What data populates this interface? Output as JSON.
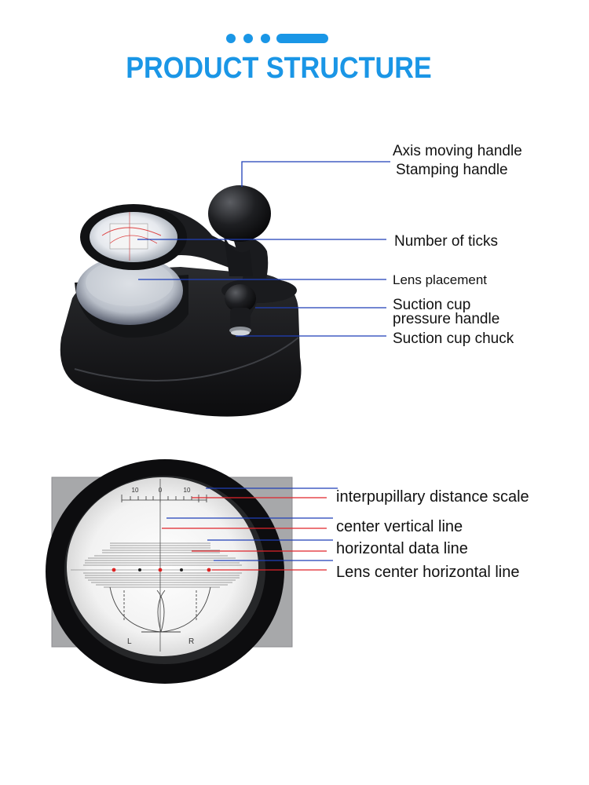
{
  "header": {
    "title": "PRODUCT STRUCTURE"
  },
  "top_labels": {
    "axis_moving_handle": "Axis moving handle",
    "stamping_handle": "Stamping handle",
    "number_of_ticks": "Number of ticks",
    "lens_placement": "Lens placement",
    "suction_cup_line1": "Suction cup",
    "suction_cup_line2": "pressure handle",
    "suction_cup_chuck": "Suction cup chuck"
  },
  "bottom_labels": {
    "ipd_scale": "interpupillary distance scale",
    "center_vertical": "center vertical line",
    "horizontal_data": "horizontal data line",
    "lens_center_horizontal": "Lens center horizontal line"
  },
  "scale": {
    "tick_left": "10",
    "tick_zero": "0",
    "tick_right": "10",
    "left_mark": "L",
    "right_mark": "R"
  },
  "colors": {
    "accent": "#1a96e6",
    "blue_line": "#1f3fb8",
    "red_line": "#e0242b"
  }
}
